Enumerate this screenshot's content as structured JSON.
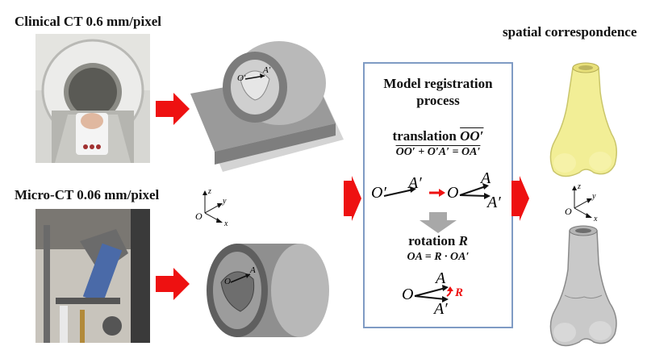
{
  "clinical": {
    "title": "Clinical CT 0.6 mm/pixel"
  },
  "micro": {
    "title": "Micro-CT 0.06 mm/pixel"
  },
  "correspondence": {
    "title": "spatial correspondence"
  },
  "registration": {
    "title_line1": "Model registration",
    "title_line2": "process",
    "translation_word": "translation",
    "translation_vec": "OO′",
    "translation_eq": "OO′ + O′A′ = OA′",
    "rotation_word": "rotation",
    "rotation_sym": "R",
    "rotation_eq": "OA = R · OA′"
  },
  "labels": {
    "O": "O",
    "O_prime": "O′",
    "A": "A",
    "A_prime": "A′",
    "R": "R",
    "axis_x": "x",
    "axis_y": "y",
    "axis_z": "z"
  },
  "colors": {
    "arrow": "#ee1111",
    "box_border": "#7f9bc4",
    "bone_yellow": "#f2ee96",
    "bone_gray": "#c9c9c9",
    "scanner_gray": "#9a9a9a"
  }
}
